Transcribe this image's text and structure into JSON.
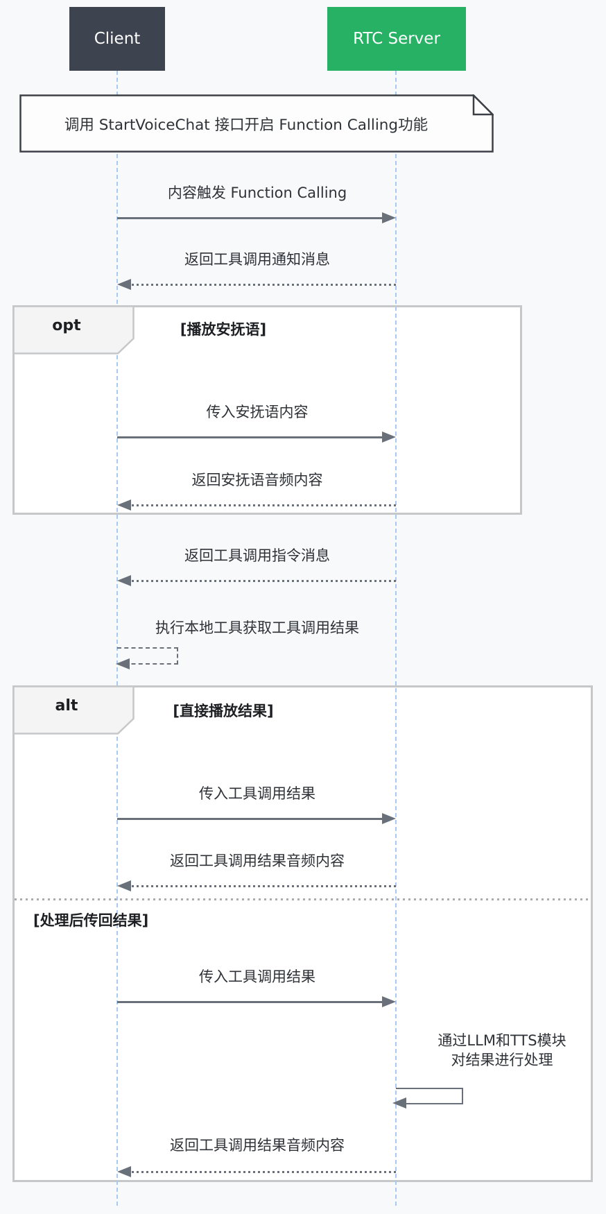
{
  "diagram_type": "sequence-diagram",
  "actors": [
    {
      "name": "Client",
      "color": "#3e4350"
    },
    {
      "name": "RTC Server",
      "color": "#26b165"
    }
  ],
  "note": {
    "text": "调用 StartVoiceChat 接口开启 Function Calling功能",
    "over": "Client,RTC Server"
  },
  "messages": [
    {
      "from": "Client",
      "to": "RTC Server",
      "style": "solid",
      "text": "内容触发 Function Calling"
    },
    {
      "from": "RTC Server",
      "to": "Client",
      "style": "dotted",
      "text": "返回工具调用通知消息"
    },
    {
      "from": "Client",
      "to": "RTC Server",
      "style": "solid",
      "text": "传入安抚语内容"
    },
    {
      "from": "RTC Server",
      "to": "Client",
      "style": "dotted",
      "text": "返回安抚语音频内容"
    },
    {
      "from": "RTC Server",
      "to": "Client",
      "style": "dotted",
      "text": "返回工具调用指令消息"
    },
    {
      "from": "Client",
      "to": "Client",
      "style": "dotted-self",
      "text": "执行本地工具获取工具调用结果"
    },
    {
      "from": "Client",
      "to": "RTC Server",
      "style": "solid",
      "text": "传入工具调用结果"
    },
    {
      "from": "RTC Server",
      "to": "Client",
      "style": "dotted",
      "text": "返回工具调用结果音频内容"
    },
    {
      "from": "Client",
      "to": "RTC Server",
      "style": "solid",
      "text": "传入工具调用结果"
    },
    {
      "from": "RTC Server",
      "to": "RTC Server",
      "style": "solid-self",
      "text_line1": "通过LLM和TTS模块",
      "text_line2": "对结果进行处理"
    },
    {
      "from": "RTC Server",
      "to": "Client",
      "style": "dotted",
      "text": "返回工具调用结果音频内容"
    }
  ],
  "fragments": [
    {
      "operator": "opt",
      "condition": "[播放安抚语]"
    },
    {
      "operator": "alt",
      "conditions": [
        "[直接播放结果]",
        "[处理后传回结果]"
      ]
    }
  ],
  "colors": {
    "page_bg": "#f8f9fb",
    "client_box": "#3e4350",
    "rtc_box": "#26b165",
    "lifeline": "#a8c9f2",
    "arrow": "#6a707a",
    "frame_border": "#c5c7c9",
    "fragment_bg": "#ffffff",
    "label_bg": "#f4f4f5",
    "note_border": "#3c4046",
    "note_bg": "#fdfdfe"
  }
}
